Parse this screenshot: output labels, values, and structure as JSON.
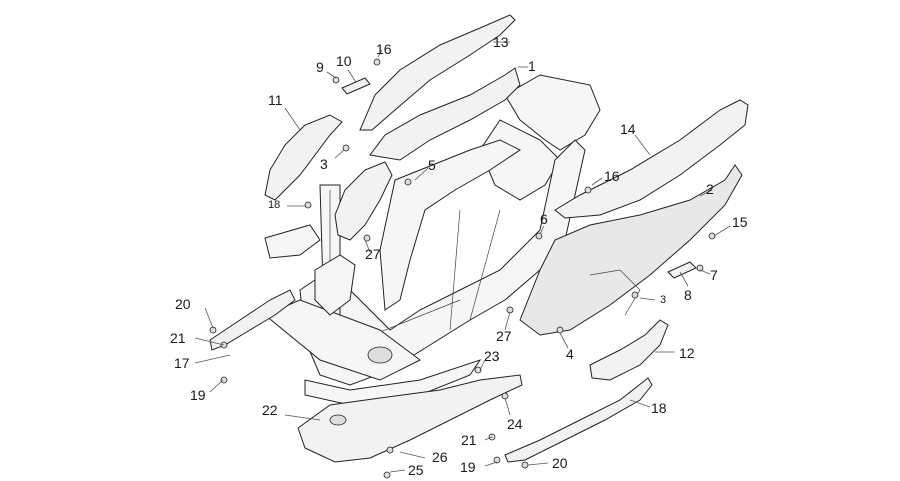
{
  "callouts": [
    {
      "id": "c1",
      "text": "1"
    },
    {
      "id": "c2",
      "text": "2"
    },
    {
      "id": "c3a",
      "text": "3"
    },
    {
      "id": "c3b",
      "text": "3"
    },
    {
      "id": "c4",
      "text": "4"
    },
    {
      "id": "c5",
      "text": "5"
    },
    {
      "id": "c6",
      "text": "6"
    },
    {
      "id": "c7",
      "text": "7"
    },
    {
      "id": "c8",
      "text": "8"
    },
    {
      "id": "c9",
      "text": "9"
    },
    {
      "id": "c10",
      "text": "10"
    },
    {
      "id": "c11",
      "text": "11"
    },
    {
      "id": "c12",
      "text": "12"
    },
    {
      "id": "c13",
      "text": "13"
    },
    {
      "id": "c14",
      "text": "14"
    },
    {
      "id": "c15",
      "text": "15"
    },
    {
      "id": "c16a",
      "text": "16"
    },
    {
      "id": "c16b",
      "text": "16"
    },
    {
      "id": "c17",
      "text": "17"
    },
    {
      "id": "c18a",
      "text": "18"
    },
    {
      "id": "c18b",
      "text": "18"
    },
    {
      "id": "c19a",
      "text": "19"
    },
    {
      "id": "c19b",
      "text": "19"
    },
    {
      "id": "c20a",
      "text": "20"
    },
    {
      "id": "c20b",
      "text": "20"
    },
    {
      "id": "c21a",
      "text": "21"
    },
    {
      "id": "c21b",
      "text": "21"
    },
    {
      "id": "c22",
      "text": "22"
    },
    {
      "id": "c23",
      "text": "23"
    },
    {
      "id": "c24",
      "text": "24"
    },
    {
      "id": "c25",
      "text": "25"
    },
    {
      "id": "c26",
      "text": "26"
    },
    {
      "id": "c27a",
      "text": "27"
    },
    {
      "id": "c27b",
      "text": "27"
    }
  ]
}
